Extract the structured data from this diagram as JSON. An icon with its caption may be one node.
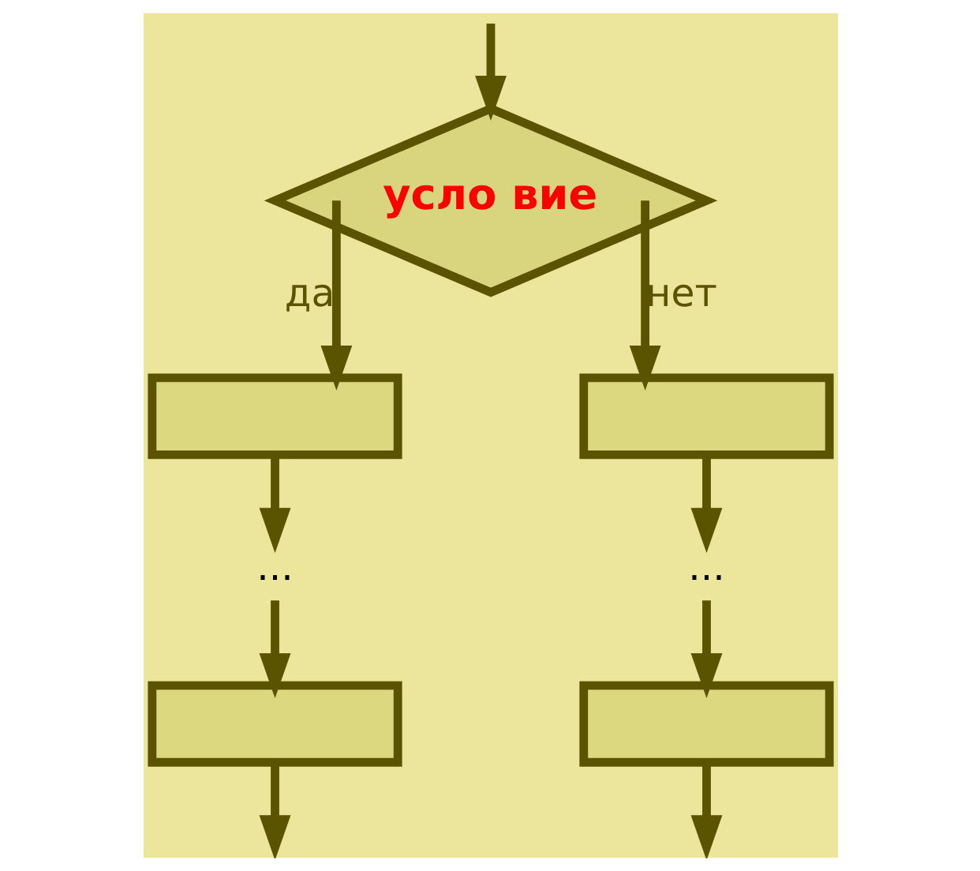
{
  "diagram": {
    "nodes": [
      {
        "text": [
          "усло вие"
        ]
      },
      {
        "text": [],
        "shape": "box"
      },
      {
        "text": [
          "..."
        ]
      },
      {
        "text": [],
        "shape": "box"
      },
      {
        "text": [],
        "shape": "box"
      },
      {
        "text": [
          "..."
        ]
      },
      {
        "text": [],
        "shape": "box"
      }
    ],
    "edges": [
      {
        "from": null,
        "to": 0,
        "arrow": "to"
      },
      {
        "from": 0,
        "to": 1,
        "arrow": "to",
        "label": "да"
      },
      {
        "from": 0,
        "to": 4,
        "arrow": "to",
        "label": "нет"
      },
      {
        "from": 1,
        "to": 2,
        "arrow": "to"
      },
      {
        "from": 2,
        "to": 3,
        "arrow": "to"
      },
      {
        "from": 4,
        "to": 5,
        "arrow": "to"
      },
      {
        "from": 5,
        "to": 6,
        "arrow": "to"
      },
      {
        "from": 3,
        "to": null,
        "arrow": "to"
      },
      {
        "from": 6,
        "to": null,
        "arrow": "to"
      }
    ]
  }
}
